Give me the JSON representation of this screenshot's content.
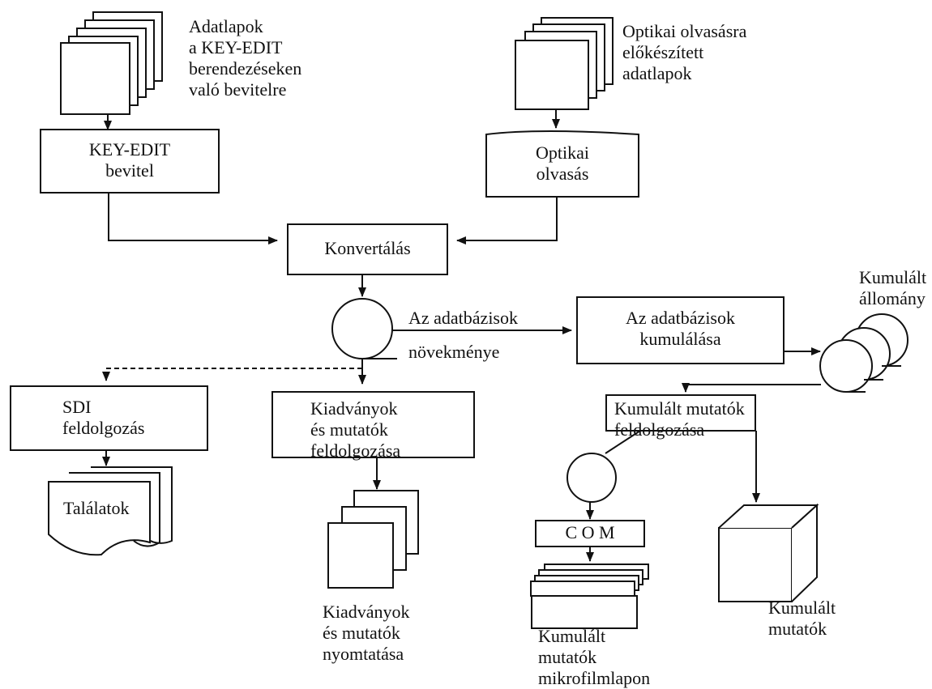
{
  "input_sources": {
    "keyedit_sheets": "Adatlapok\na KEY-EDIT\nberendezéseken\nvaló bevitelre",
    "optical_sheets": "Optikai olvasásra\nelőkészített\nadatlapok"
  },
  "processes": {
    "keyedit_input": "KEY-EDIT\nbevitel",
    "optical_reading": "Optikai\nolvasás",
    "conversion": "Konvertálás",
    "db_cumulation": "Az adatbázisok\nkumulálása",
    "sdi": "SDI\nfeldolgozás",
    "publications": "Kiadványok\nés mutatók\nfeldolgozása",
    "cumulated_indexes": "Kumulált  mutatók\nfeldolgozása",
    "com": "C O M"
  },
  "flow_labels": {
    "increment_top": "Az adatbázisok",
    "increment_bottom": "növekménye"
  },
  "outputs": {
    "hits": "Találatok",
    "publications_print": "Kiadványok\nés mutatók\nnyomtatása",
    "microfilm": "Kumulált\nmutatók\nmikrofilmlapon",
    "cumulated_index_output": "Kumulált\nmutatók",
    "cumulated_file": "Kumulált\nállomány"
  },
  "colors": {
    "ink": "#111111",
    "paper": "#ffffff"
  }
}
